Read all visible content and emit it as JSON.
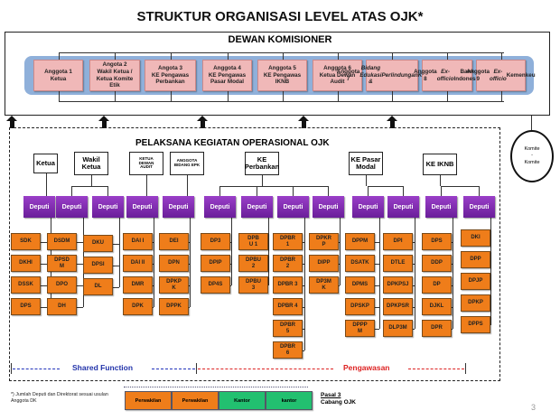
{
  "title": "STRUKTUR ORGANISASI LEVEL ATAS OJK*",
  "dewan_komisioner": {
    "title": "DEWAN KOMISIONER",
    "members": [
      {
        "label": "Anggota 1\nKetua"
      },
      {
        "label": "Angota  2\nWakil Ketua /\nKetua Komite\nEtik"
      },
      {
        "label": "Angota  3\nKE Pengawas\nPerbankan"
      },
      {
        "label": "Anggota 4\nKE Pengawas\nPasar Modal"
      },
      {
        "label": "Anggota  5\nKE Pengawas\nIKNB"
      },
      {
        "label": "Anggota  6\nKetua Dewan\nAudit"
      },
      {
        "label": "Anggota 7\nBidang Edukasi &\nPerlindungan\nKonsumen"
      },
      {
        "label": "Anggota 8\nEx-officio\nBank Indonesia"
      },
      {
        "label": "Anggota  9\nEx-officio\nKemenkeu"
      }
    ]
  },
  "komite": {
    "label": "Komite\n-\nKomite"
  },
  "pelaksana": {
    "title": "PELAKSANA KEGIATAN OPERASIONAL OJK",
    "heads": [
      {
        "label": "Ketua"
      },
      {
        "label": "Wakil\nKetua"
      },
      {
        "label": "KETUA\nDEWAN\nAUDIT"
      },
      {
        "label": "ANGGOTA\nBIDANG EPK"
      },
      {
        "label": "KE\nPerbankan"
      },
      {
        "label": "KE Pasar\nModal"
      },
      {
        "label": "KE IKNB"
      }
    ],
    "deputi_label": "Deputi",
    "deputies": [
      {
        "directorates": [
          "SDK",
          "DKHI",
          "DSSK",
          "DPS"
        ]
      },
      {
        "directorates": [
          "DSDM",
          "DPSD\nM",
          "DPO",
          "DH"
        ]
      },
      {
        "directorates": [
          "DKU",
          "DPSI",
          "DL"
        ]
      },
      {
        "directorates": [
          "DAI I",
          "DAI II",
          "DMR",
          "DPK"
        ]
      },
      {
        "directorates": [
          "DEI",
          "DPN",
          "DPKP\nK",
          "DPPK"
        ]
      },
      {
        "directorates": [
          "DP3",
          "DPIP",
          "DP4S"
        ]
      },
      {
        "directorates": [
          "DPB\nU 1",
          "DPBU\n2",
          "DPBU\n3"
        ]
      },
      {
        "directorates": [
          "DPBR\n1",
          "DPBR\n2",
          "DPBR 3",
          "DPBR 4",
          "DPBR\n5",
          "DPBR\n6"
        ]
      },
      {
        "directorates": [
          "DPKR\nP",
          "DIPP",
          "DP3M\nK"
        ]
      },
      {
        "directorates": [
          "DPPM",
          "DSATK",
          "DPMS",
          "DPSKP",
          "DPPP\nM"
        ]
      },
      {
        "directorates": [
          "DPI",
          "DTLE",
          "DPKPSJ",
          "DPKPSR",
          "DLP3M"
        ]
      },
      {
        "directorates": [
          "DPS",
          "DDP",
          "DP",
          "DJKL",
          "DPR"
        ]
      },
      {
        "directorates": [
          "DKI",
          "DPP",
          "DPJP",
          "DPKP",
          "DPPS"
        ]
      }
    ]
  },
  "legend": {
    "shared_function": "Shared Function",
    "pengawasan": "Pengawasan",
    "shared_color": "#2233aa",
    "pengawasan_color": "#dd2222"
  },
  "footer": {
    "note": "*) Jumlah Deputi dan Direktorat sesuai usulan Anggota DK",
    "branches": [
      {
        "label": "Perwakilan",
        "color": "orange"
      },
      {
        "label": "Perwakilan",
        "color": "orange"
      },
      {
        "label": "Kantor",
        "color": "green"
      },
      {
        "label": "kantor",
        "color": "green"
      }
    ],
    "pasal": "Pasal 3",
    "cabang": "Cabang OJK",
    "page_number": "3"
  }
}
